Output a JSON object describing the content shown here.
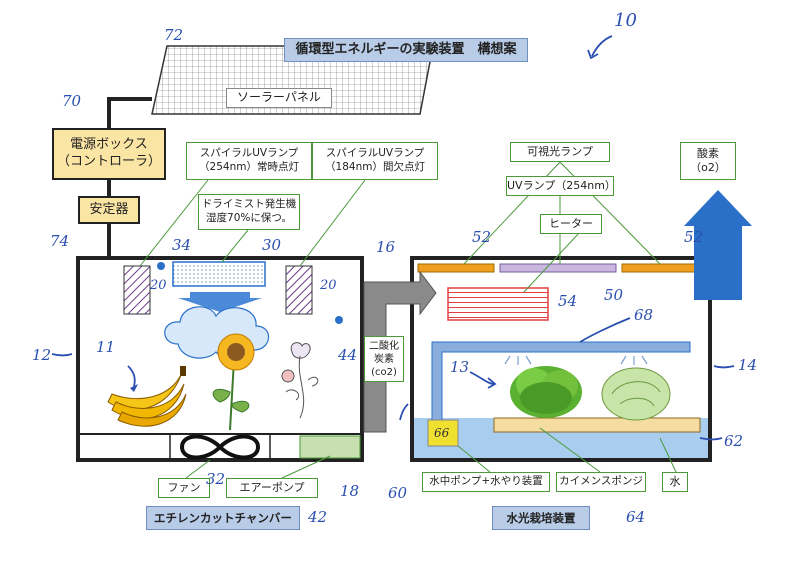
{
  "title": "循環型エネルギーの実験装置　構想案",
  "labels": {
    "solar_panel": "ソーラーパネル",
    "power_box": "電源ボックス\n（コントローラ）",
    "stabilizer": "安定器",
    "uv_lamp_254": "スパイラルUVランプ\n（254nm）常時点灯",
    "uv_lamp_184": "スパイラルUVランプ\n（184nm）間欠点灯",
    "dry_mist": "ドライミスト発生機\n湿度70%に保つ。",
    "visible_lamp": "可視光ランプ",
    "uv_lamp_right": "UVランプ（254nm）",
    "heater": "ヒーター",
    "oxygen": "酸素\n（o2）",
    "co2": "二酸化\n炭素\n(co2)",
    "fan": "ファン",
    "air_pump": "エアーポンプ",
    "pump_watering": "水中ポンプ+水やり装置",
    "sponge": "カイメンスポンジ",
    "water": "水",
    "chamber_left": "エチレンカットチャンバー",
    "chamber_right": "水光栽培装置"
  },
  "numbers": {
    "n10": "10",
    "n72": "72",
    "n70": "70",
    "n74": "74",
    "n34": "34",
    "n30": "30",
    "n20a": "20",
    "n20b": "20",
    "n11": "11",
    "n12": "12",
    "n44": "44",
    "n16": "16",
    "n32": "32",
    "n42": "42",
    "n18": "18",
    "n60": "60",
    "n52a": "52",
    "n52b": "52",
    "n54": "54",
    "n50": "50",
    "n68": "68",
    "n13": "13",
    "n14": "14",
    "n66": "66",
    "n62": "62",
    "n64": "64"
  },
  "colors": {
    "title_bg": "#b8cce8",
    "label_border": "#4a9a3a",
    "power_box": "#fbe5a4",
    "accent_blue": "#2a70c8",
    "water": "#a9cdee",
    "pipe": "#8aaedc",
    "heater_red": "#e04040",
    "handwritten": "#2a4fb0"
  }
}
